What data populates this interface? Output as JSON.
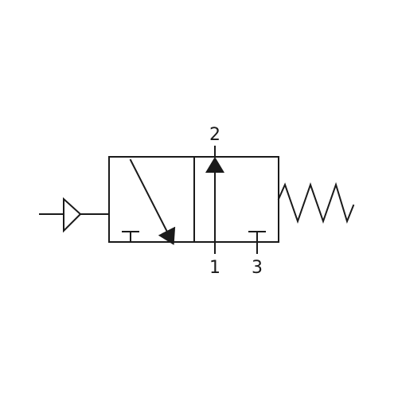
{
  "ports": {
    "top": "2",
    "bottom_left": "1",
    "bottom_right": "3"
  },
  "colors": {
    "line": "#1a1a1a",
    "background": "#ffffff"
  }
}
